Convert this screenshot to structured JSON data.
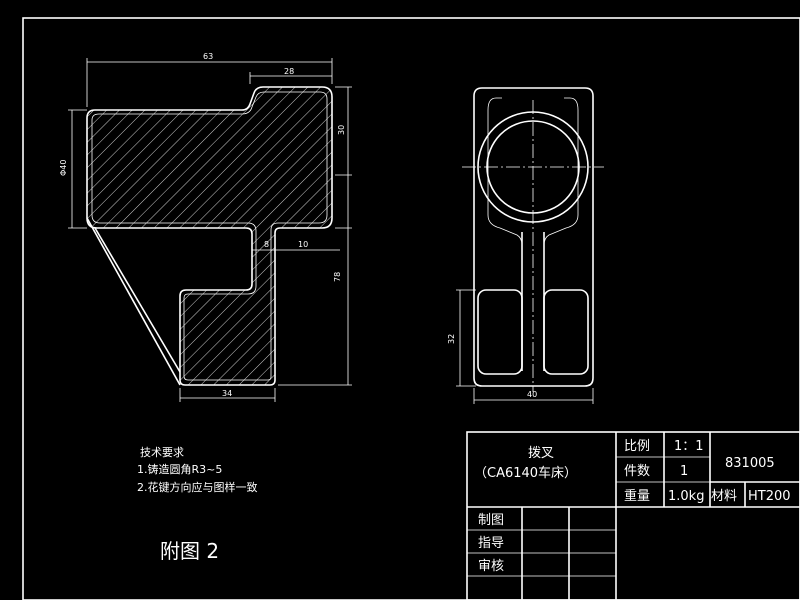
{
  "front_view": {
    "dims": {
      "overall_width": "63",
      "top_width": "28",
      "top_height": "30",
      "diameter": "Φ40",
      "slot_gap": "8",
      "slot_right": "10",
      "total_height": "78",
      "bottom_width": "34"
    }
  },
  "side_view": {
    "dims": {
      "height": "32",
      "width": "40"
    }
  },
  "notes": {
    "title": "技术要求",
    "item1": "1.铸造圆角R3~5",
    "item2": "2.花键方向应与图样一致"
  },
  "figure_label": "附图 2",
  "title_block": {
    "part_name": "拨叉",
    "machine": "（CA6140车床）",
    "scale_label": "比例",
    "scale_value": "1：1",
    "count_label": "件数",
    "count_value": "1",
    "weight_label": "重量",
    "weight_value": "1.0kg",
    "material_label": "材料",
    "material_value": "HT200",
    "drawing_number": "831005",
    "drawn_label": "制图",
    "guide_label": "指导",
    "review_label": "审核"
  }
}
